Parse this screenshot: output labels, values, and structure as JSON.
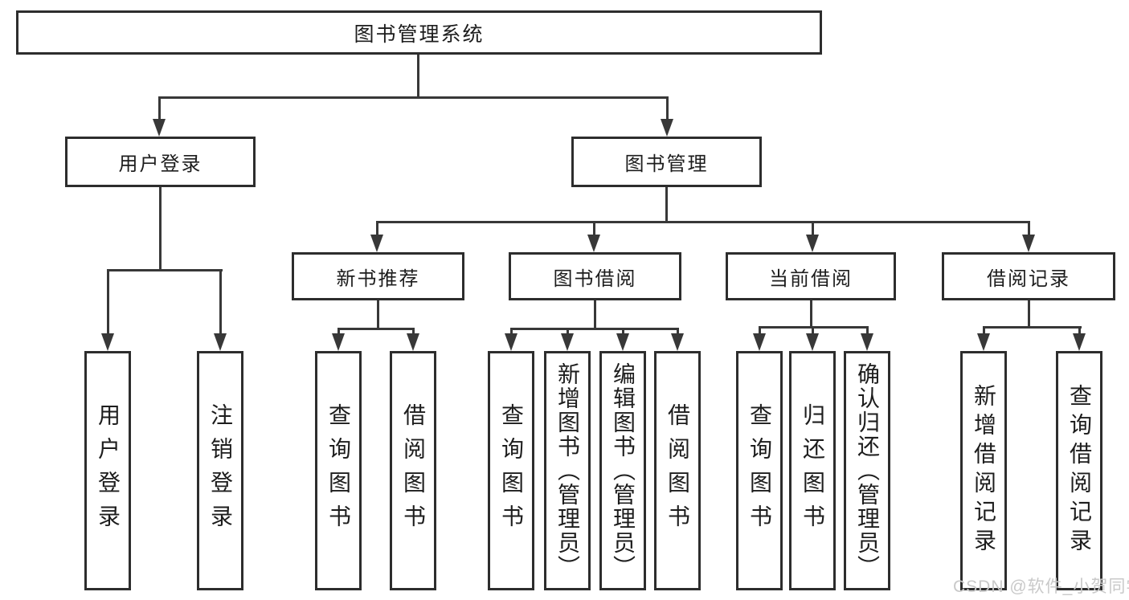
{
  "diagram": {
    "type": "hierarchy-tree",
    "root": {
      "label": "图书管理系统"
    },
    "level2": [
      {
        "label": "用户登录"
      },
      {
        "label": "图书管理"
      }
    ],
    "level3": [
      {
        "label": "新书推荐",
        "parent": "图书管理"
      },
      {
        "label": "图书借阅",
        "parent": "图书管理"
      },
      {
        "label": "当前借阅",
        "parent": "图书管理"
      },
      {
        "label": "借阅记录",
        "parent": "图书管理"
      }
    ],
    "leaves": [
      {
        "label": "用户登录",
        "parent": "用户登录"
      },
      {
        "label": "注销登录",
        "parent": "用户登录"
      },
      {
        "label": "查询图书",
        "parent": "新书推荐"
      },
      {
        "label": "借阅图书",
        "parent": "新书推荐"
      },
      {
        "label": "查询图书",
        "parent": "图书借阅"
      },
      {
        "label": "新增图书（管理员）",
        "parent": "图书借阅"
      },
      {
        "label": "编辑图书（管理员）",
        "parent": "图书借阅"
      },
      {
        "label": "借阅图书",
        "parent": "图书借阅"
      },
      {
        "label": "查询图书",
        "parent": "当前借阅"
      },
      {
        "label": "归还图书",
        "parent": "当前借阅"
      },
      {
        "label": "确认归还（管理员）",
        "parent": "当前借阅"
      },
      {
        "label": "新增借阅记录",
        "parent": "借阅记录"
      },
      {
        "label": "查询借阅记录",
        "parent": "借阅记录"
      }
    ],
    "colors": {
      "line": "#383838",
      "border": "#2d2d2d",
      "text": "#1d1d1d",
      "background": "#ffffff"
    }
  },
  "watermark": {
    "text": "CSDN @软件_小贺同学",
    "color": "#c9c9c9"
  }
}
